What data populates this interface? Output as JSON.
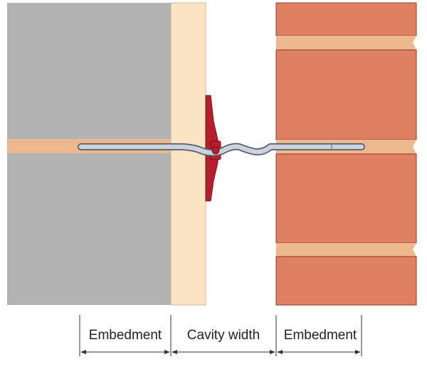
{
  "colors": {
    "block_wall": "#b3b3b4",
    "mortar": "#eeb88e",
    "insulation": "#fbe4c3",
    "brick": "#e08063",
    "brick_outline": "#8a3d28",
    "tie_fill": "#ccd3dd",
    "tie_outline": "#55606e",
    "retaining_clip": "#b81f2e",
    "dimension_line": "#333333"
  },
  "dimensions": {
    "left": "Embedment",
    "middle": "Cavity width",
    "right": "Embedment"
  }
}
